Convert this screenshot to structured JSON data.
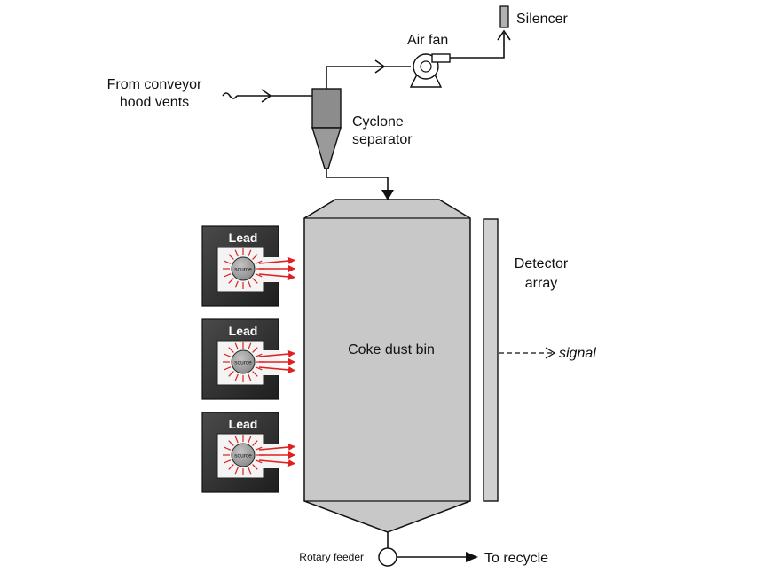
{
  "labels": {
    "silencer": "Silencer",
    "air_fan": "Air fan",
    "from_conveyor_line1": "From conveyor",
    "from_conveyor_line2": "hood vents",
    "cyclone_line1": "Cyclone",
    "cyclone_line2": "separator",
    "detector_line1": "Detector",
    "detector_line2": "array",
    "bin": "Coke dust bin",
    "signal": "signal",
    "rotary_feeder": "Rotary feeder",
    "to_recycle": "To recycle"
  },
  "sources": [
    {
      "housing_label": "Lead",
      "source_label": "source"
    },
    {
      "housing_label": "Lead",
      "source_label": "source"
    },
    {
      "housing_label": "Lead",
      "source_label": "source"
    }
  ],
  "colors": {
    "line": "#111111",
    "vessel_fill": "#c8c8c8",
    "lead_dark": "#2e2e2e",
    "lead_light": "#f4f4f4",
    "radiation": "#e02020",
    "source_fill": "#a8a8a8"
  },
  "icons": [
    "silencer-icon",
    "air-fan-icon",
    "cyclone-separator-icon",
    "radiation-source-icon",
    "rotary-feeder-icon",
    "flow-arrow-icon",
    "detector-array-icon"
  ]
}
